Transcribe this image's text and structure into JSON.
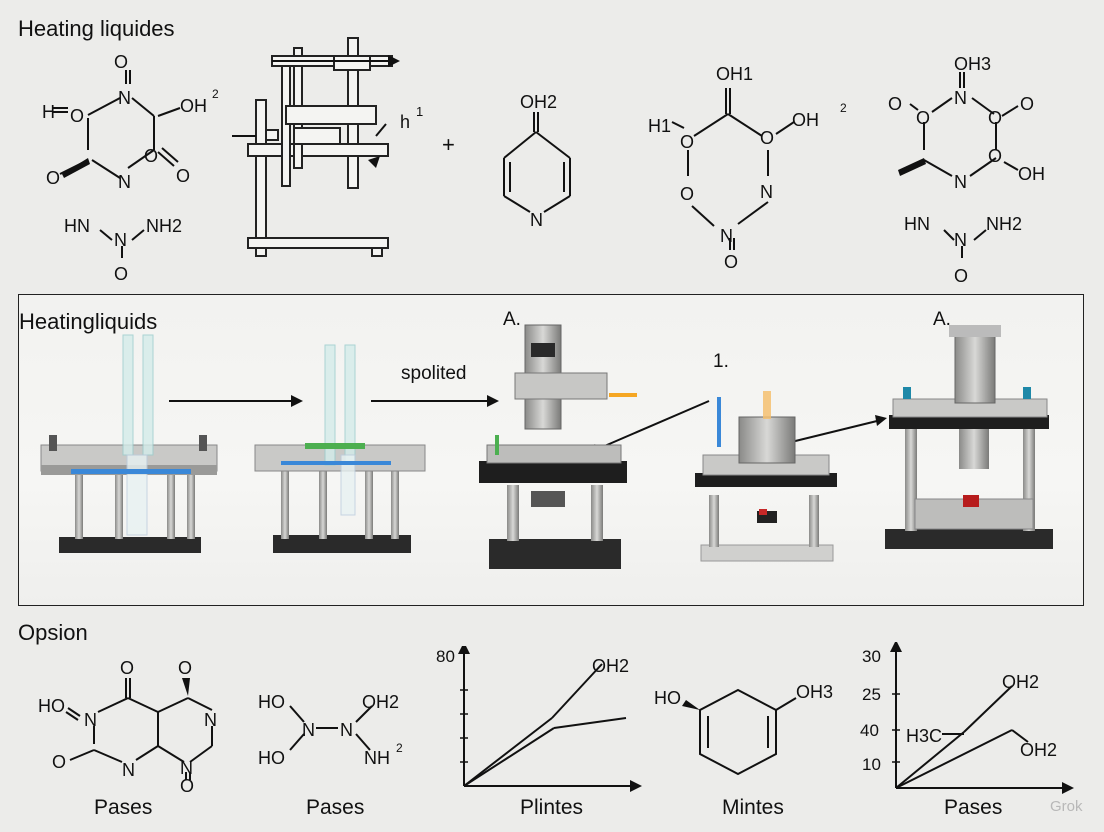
{
  "top_section": {
    "title": "Heating liquides",
    "molecule_1": {
      "atoms": [
        "O",
        "H",
        "O",
        "N",
        "OH",
        "O",
        "O",
        "N",
        "O",
        "HN",
        "N",
        "NH2",
        "O"
      ],
      "superscript": "2"
    },
    "apparatus_label": "1",
    "apparatus_mark": "h",
    "plus": "+",
    "molecule_2": {
      "atoms": [
        "OH2",
        "N"
      ]
    },
    "molecule_3": {
      "atoms": [
        "OH1",
        "H1",
        "O",
        "O",
        "OH",
        "O",
        "N",
        "N",
        "O"
      ],
      "superscript": "2"
    },
    "molecule_4": {
      "atoms": [
        "OH3",
        "O",
        "O",
        "N",
        "O",
        "O",
        "O",
        "OH",
        "N",
        "HN",
        "N",
        "NH2",
        "O"
      ]
    }
  },
  "middle_section": {
    "title": "Heatingliquids",
    "label_a1": "A.",
    "label_a2": "A.",
    "label_1": "1.",
    "arrow_label": "spolited"
  },
  "bottom_section": {
    "title": "Opsion",
    "captions": [
      "Pases",
      "Pases",
      "Plintes",
      "Mintes",
      "Pases"
    ],
    "structure_1_atoms": [
      "O",
      "O",
      "HO",
      "N",
      "N",
      "N",
      "O",
      "N",
      "O"
    ],
    "structure_2_atoms": [
      "HO",
      "OH2",
      "N",
      "N",
      "HO",
      "NH",
      "2"
    ],
    "structure_3_atoms": [
      "HO",
      "OH3"
    ],
    "plot_1": {
      "y_tick": "80",
      "label": "OH2"
    },
    "plot_2": {
      "y_ticks": [
        "30",
        "25",
        "40",
        "10"
      ],
      "labels": [
        "OH2",
        "H3C",
        "OH2"
      ]
    }
  },
  "watermark": "Grok"
}
